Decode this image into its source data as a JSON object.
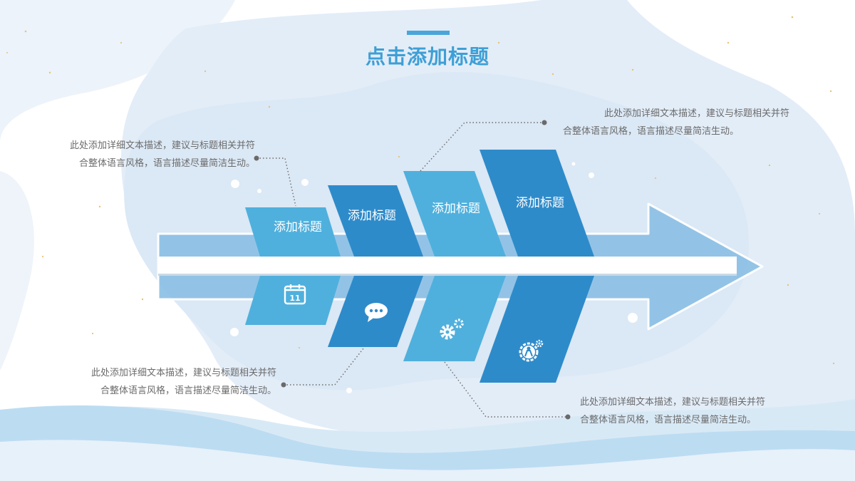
{
  "slide": {
    "title": "点击添加标题"
  },
  "cards": [
    {
      "label": "添加标题",
      "icon": "calendar-icon",
      "icon_text": "11"
    },
    {
      "label": "添加标题",
      "icon": "chat-bubble-icon"
    },
    {
      "label": "添加标题",
      "icon": "gears-icon"
    },
    {
      "label": "添加标题",
      "icon": "person-gear-icon"
    }
  ],
  "descriptions": [
    {
      "line1": "此处添加详细文本描述，建议与标题相关并符",
      "line2": "合整体语言风格，语言描述尽量简洁生动。"
    },
    {
      "line1": "此处添加详细文本描述，建议与标题相关并符",
      "line2": "合整体语言风格，语言描述尽量简洁生动。"
    },
    {
      "line1": "此处添加详细文本描述，建议与标题相关并符",
      "line2": "合整体语言风格，语言描述尽量简洁生动。"
    },
    {
      "line1": "此处添加详细文本描述，建议与标题相关并符",
      "line2": "合整体语言风格，语言描述尽量简洁生动。"
    }
  ],
  "colors": {
    "accent": "#3d9fd6",
    "card_light": "#4fb0dd",
    "card_dark": "#2e8bca",
    "arrow": "#8fc2e6",
    "background_blob": "#e3edf8",
    "wave": "#bcdcf2",
    "text": "#6b6b6b"
  }
}
